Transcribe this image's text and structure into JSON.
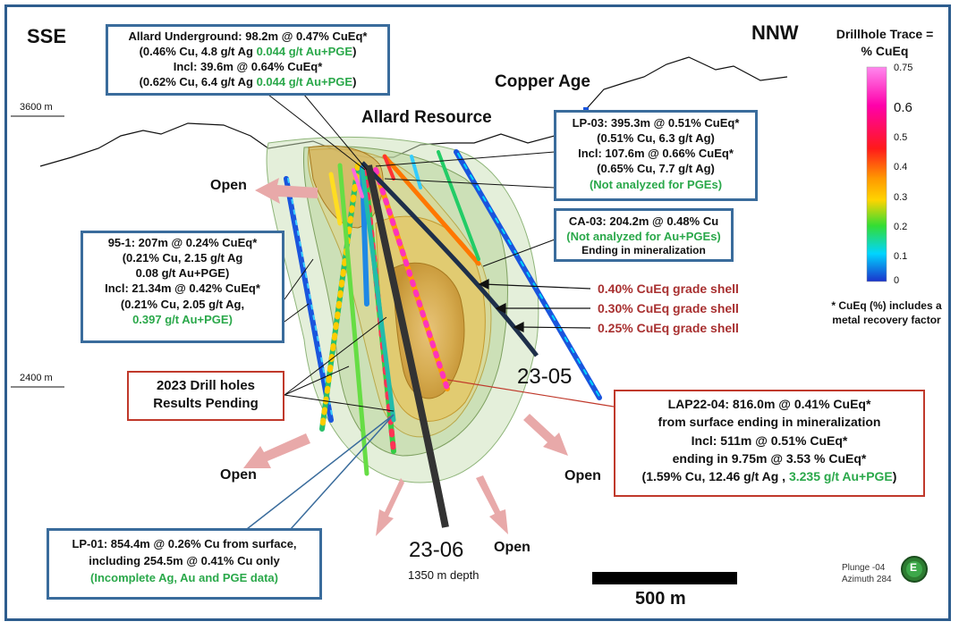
{
  "directions": {
    "left": "SSE",
    "right": "NNW"
  },
  "places": {
    "copper_age": "Copper Age",
    "allard_resource": "Allard Resource"
  },
  "elevations": {
    "upper": "3600 m",
    "lower": "2400 m"
  },
  "legend": {
    "title": "Drillhole Trace = % CuEq",
    "ticks": [
      "0.75",
      "0.6",
      "0.5",
      "0.4",
      "0.3",
      "0.2",
      "0.1",
      "0"
    ],
    "footnote": "* CuEq (%) includes a metal recovery factor",
    "colors": [
      "#ff66dd",
      "#ff00aa",
      "#ff1a1a",
      "#ff9900",
      "#ffd400",
      "#33dd33",
      "#00d5ff",
      "#1a33cc"
    ]
  },
  "boxes": {
    "allard_ug": {
      "line1": "Allard Underground: 98.2m @ 0.47% CuEq*",
      "line2a": "(0.46% Cu, 4.8 g/t Ag ",
      "line2b": "0.044 g/t Au+PGE",
      "line2c": ")",
      "line3": "Incl: 39.6m @ 0.64% CuEq*",
      "line4a": "(0.62% Cu, 6.4 g/t Ag ",
      "line4b": "0.044 g/t Au+PGE",
      "line4c": ")"
    },
    "lp03": {
      "line1": "LP-03: 395.3m @ 0.51% CuEq*",
      "line2": "(0.51% Cu, 6.3 g/t Ag)",
      "line3": "Incl: 107.6m @ 0.66% CuEq*",
      "line4": "(0.65% Cu, 7.7 g/t Ag)",
      "line5": "(Not analyzed for PGEs)"
    },
    "ca03": {
      "line1": "CA-03: 204.2m @ 0.48% Cu",
      "line2": "(Not analyzed for Au+PGEs)",
      "line3": "Ending in mineralization"
    },
    "hole951": {
      "line1": "95-1: 207m @ 0.24% CuEq*",
      "line2": "(0.21% Cu, 2.15 g/t Ag",
      "line3": "0.08 g/t Au+PGE)",
      "line4": "Incl: 21.34m @ 0.42% CuEq*",
      "line5": "(0.21% Cu, 2.05 g/t Ag,",
      "line6": "0.397 g/t Au+PGE)"
    },
    "pending": {
      "line1": "2023 Drill holes",
      "line2": "Results Pending"
    },
    "lap2204": {
      "line1": "LAP22-04: 816.0m @ 0.41% CuEq*",
      "line2": "from surface ending in mineralization",
      "line3": "Incl: 511m @ 0.51% CuEq*",
      "line4": "ending in 9.75m @ 3.53 % CuEq*",
      "line5a": "(1.59% Cu, 12.46 g/t Ag , ",
      "line5b": "3.235 g/t Au+PGE",
      "line5c": ")"
    },
    "lp01": {
      "line1": "LP-01: 854.4m @ 0.26% Cu from surface,",
      "line2": "including 254.5m @ 0.41% Cu only",
      "line3": "(Incomplete Ag, Au and PGE data)"
    }
  },
  "shells": [
    "0.40% CuEq grade shell",
    "0.30% CuEq grade shell",
    "0.25% CuEq grade shell"
  ],
  "open_label": "Open",
  "holes": {
    "h2305": "23-05",
    "h2306": "23-06",
    "h2306_depth": "1350 m depth"
  },
  "scale_bar": "500 m",
  "view": {
    "plunge": "Plunge -04",
    "azimuth": "Azimuth 284",
    "compass": "E"
  }
}
